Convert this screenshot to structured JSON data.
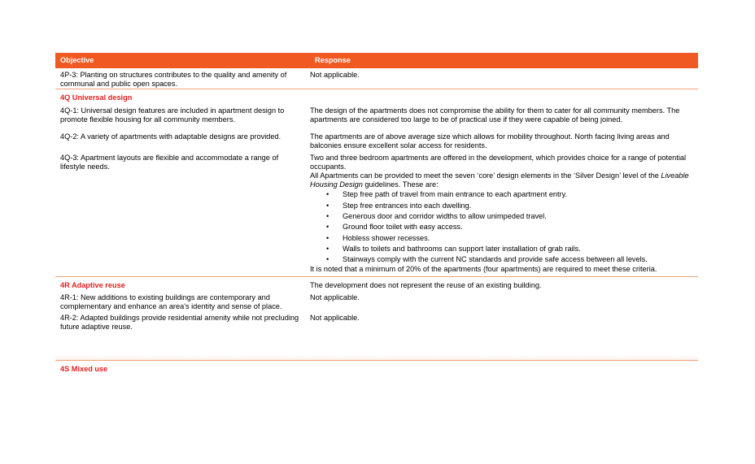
{
  "colors": {
    "accent": "#F05A22",
    "section_text": "#E02020",
    "rule": "#F5A07A",
    "band": "#FDF1EC"
  },
  "header": {
    "objective": "Objective",
    "response": "Response"
  },
  "rows_4p": [
    {
      "objective": "4P-3: Planting on structures contributes to the quality and amenity of communal and public open spaces.",
      "response": "Not applicable."
    }
  ],
  "section_4q": {
    "title": "4Q Universal design"
  },
  "rows_4q": [
    {
      "objective": "4Q-1: Universal design features are included in apartment design to promote flexible housing for all community members.",
      "response": "The design of the apartments does not compromise the ability for them to cater for all community members.  The apartments are considered too large to be of practical use if they were capable of being joined."
    },
    {
      "objective": "4Q-2: A variety of apartments with adaptable designs are provided.",
      "response": "The apartments are of above average size which allows for mobility throughout.  North facing living areas and balconies ensure excellent solar access for residents."
    },
    {
      "objective": "4Q-3: Apartment layouts are flexible and accommodate a range of lifestyle needs.",
      "response": "Two and three bedroom apartments are offered in the development, which provides choice for a range of potential occupants.",
      "response_2a": "All Apartments can be provided to meet the seven ‘core’ design elements in the ‘Silver Design’ level of the ",
      "response_2b": "Liveable Housing Design",
      "response_2c": " guidelines.  These are:",
      "bullet_char": "•",
      "bullets": [
        "Step free path of travel from main entrance to each apartment entry.",
        "Step free entrances into each dwelling.",
        "Generous door and corridor widths to allow unimpeded travel.",
        "Ground floor toilet with easy access.",
        "Hobless shower recesses.",
        "Walls to toilets and bathrooms can support later installation of grab rails.",
        "Stairways comply with the current NC standards and provide safe access between all levels."
      ],
      "response_3": "It is noted that a minimum of 20% of the apartments (four apartments) are required to meet these criteria."
    }
  ],
  "section_4r": {
    "title": "4R Adaptive reuse",
    "response": "The development does not represent the reuse of an existing building."
  },
  "rows_4r": [
    {
      "objective": "4R-1: New additions to existing buildings are contemporary and complementary and enhance an area's identity and sense of place.",
      "response": "Not applicable."
    },
    {
      "objective": "4R-2: Adapted buildings provide residential amenity while not precluding future adaptive reuse.",
      "response": "Not applicable."
    }
  ],
  "section_4s": {
    "title": "4S Mixed use"
  }
}
